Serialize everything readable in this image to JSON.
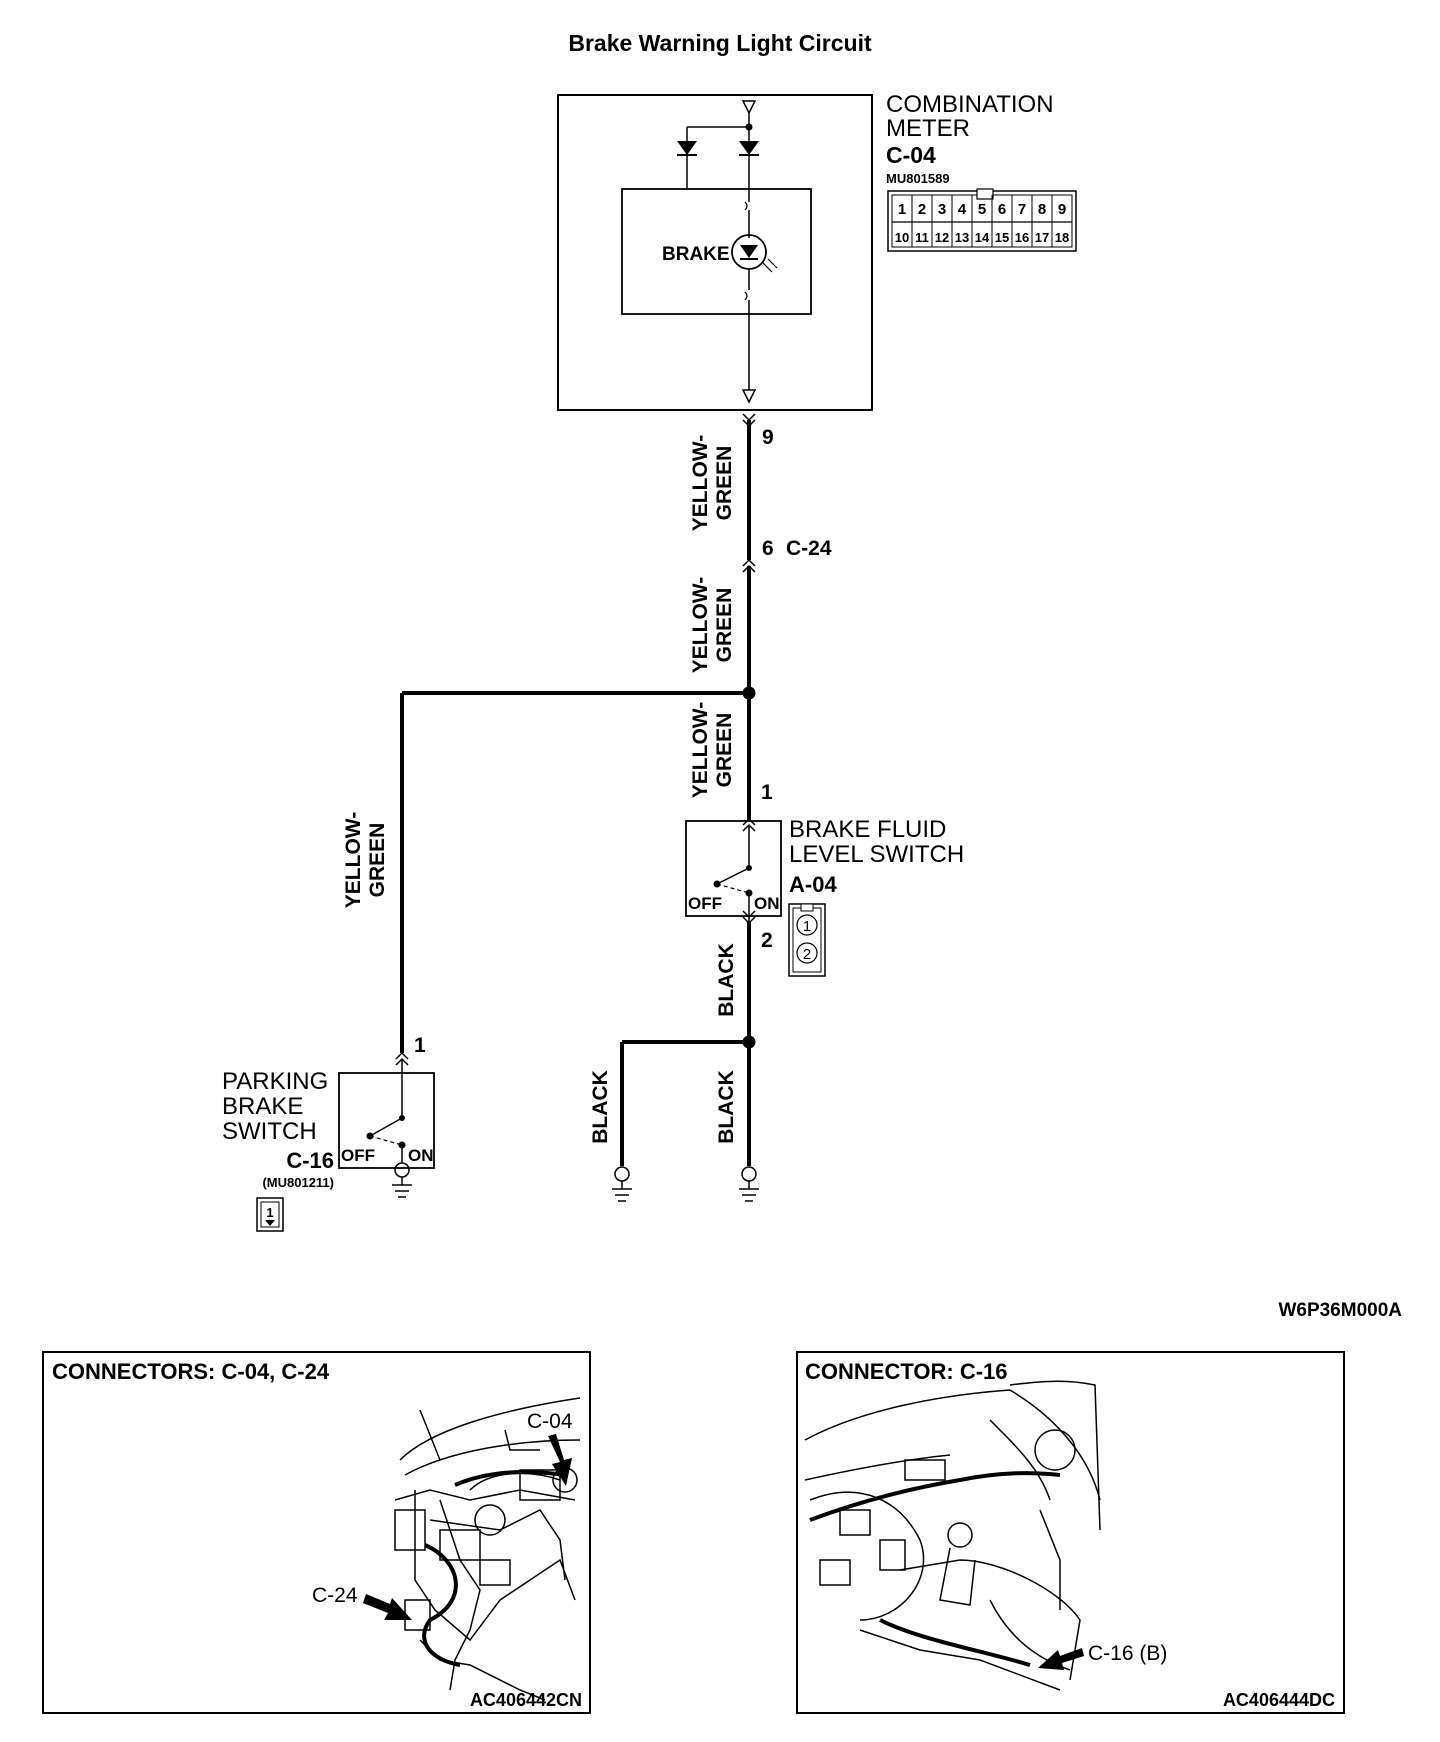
{
  "title": "Brake Warning Light Circuit",
  "combination_meter": {
    "name_line1": "COMBINATION",
    "name_line2": "METER",
    "connector": "C-04",
    "part_no": "MU801589",
    "pins_row1": [
      "1",
      "2",
      "3",
      "4",
      "5",
      "6",
      "7",
      "8",
      "9"
    ],
    "pins_row2": [
      "10",
      "11",
      "12",
      "13",
      "14",
      "15",
      "16",
      "17",
      "18"
    ],
    "lamp_label": "BRAKE",
    "terminal": "9"
  },
  "junction_c24": {
    "pin": "6",
    "connector": "C-24"
  },
  "brake_fluid_level_switch": {
    "name_line1": "BRAKE FLUID",
    "name_line2": "LEVEL SWITCH",
    "connector": "A-04",
    "pin_top": "1",
    "pin_bottom": "2",
    "off": "OFF",
    "on": "ON",
    "pins": [
      "1",
      "2"
    ]
  },
  "parking_brake_switch": {
    "name_line1": "PARKING",
    "name_line2": "BRAKE",
    "name_line3": "SWITCH",
    "connector": "C-16",
    "part_no": "(MU801211)",
    "pin_top": "1",
    "off": "OFF",
    "on": "ON",
    "pins": [
      "1"
    ]
  },
  "wire_colors": {
    "yellow_green_1": "YELLOW-",
    "yellow_green_2": "GREEN",
    "black": "BLACK"
  },
  "diagram_code": "W6P36M000A",
  "panel_left": {
    "title": "CONNECTORS: C-04, C-24",
    "callout_a": "C-04",
    "callout_b": "C-24",
    "code": "AC406442CN"
  },
  "panel_right": {
    "title": "CONNECTOR: C-16",
    "callout": "C-16 (B)",
    "code": "AC406444DC"
  }
}
